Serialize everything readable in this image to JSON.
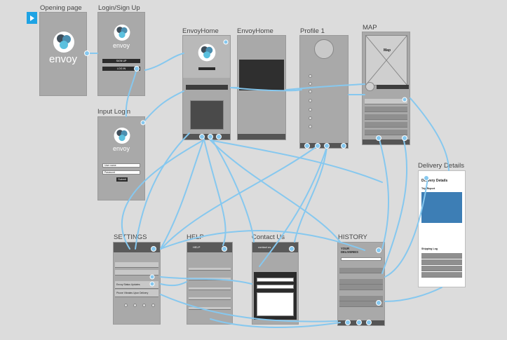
{
  "screens": {
    "opening": {
      "title": "Opening page",
      "logo_text": "envoy"
    },
    "login_signup": {
      "title": "Login/Sign Up",
      "logo_text": "envoy",
      "sign_up": "SIGN UP",
      "log_in": "LOG IN"
    },
    "input_login": {
      "title": "Input Login",
      "logo_text": "envoy",
      "username": "User name",
      "password": "Password",
      "submit": "Submit"
    },
    "envoy_home": {
      "title": "EnvoyHome"
    },
    "envoy_home_2": {
      "title": "EnvoyHome"
    },
    "profile": {
      "title": "Profile 1"
    },
    "map": {
      "title": "MAP",
      "map_label": "Map"
    },
    "delivery_details": {
      "title": "Delivery Details",
      "header": "Delivery Details",
      "trip_label": "Trip Report",
      "history_label": "Shipping Log"
    },
    "settings": {
      "title": "SETTINGS",
      "row_1": "Envoy Status Updates",
      "row_2": "Phone Vibrates Upon Delivery"
    },
    "help": {
      "title": "HELP",
      "header": "HELP"
    },
    "contact": {
      "title": "Contact Us",
      "header": "contact us"
    },
    "history": {
      "title": "HISTORY",
      "header_1": "YOUR",
      "header_2": "DELIVERIES"
    }
  },
  "colors": {
    "link": "#86c8ef",
    "accent": "#1ea3e4",
    "screen": "#a9a9a9",
    "background": "#dcdcdc"
  },
  "icons": {
    "play": "play-icon",
    "logo": "envoy-logo-icon",
    "map": "map-placeholder-icon"
  }
}
